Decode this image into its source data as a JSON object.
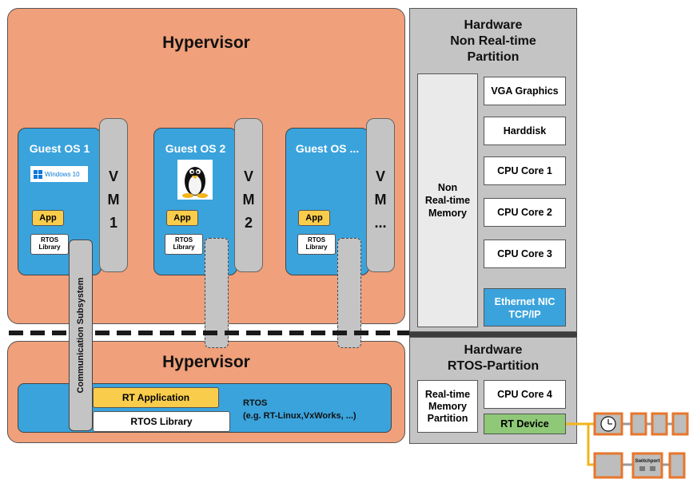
{
  "top_partition": {
    "hypervisor_title": "Hypervisor",
    "guests": [
      {
        "title": "Guest OS 1",
        "vm_label": [
          "V",
          "M",
          "1"
        ],
        "app": "App",
        "rtos_lib": [
          "RTOS",
          "Library"
        ],
        "logo": "windows-10-logo",
        "logo_text": "Windows 10"
      },
      {
        "title": "Guest OS 2",
        "vm_label": [
          "V",
          "M",
          "2"
        ],
        "app": "App",
        "rtos_lib": [
          "RTOS",
          "Library"
        ],
        "logo": "linux-tux-logo"
      },
      {
        "title": "Guest OS ...",
        "vm_label": [
          "V",
          "M",
          "..."
        ],
        "app": "App",
        "rtos_lib": [
          "RTOS",
          "Library"
        ],
        "logo": ""
      }
    ]
  },
  "communication_subsystem": "Communication Subsystem",
  "bottom_partition": {
    "hypervisor_title": "Hypervisor",
    "rt_application": "RT Application",
    "rtos_library": "RTOS Library",
    "rtos_label": [
      "RTOS",
      "(e.g. RT-Linux,VxWorks, ...)"
    ]
  },
  "hardware_nonrt": {
    "title": [
      "Hardware",
      "Non Real-time",
      "Partition"
    ],
    "memory": [
      "Non",
      "Real-time",
      "Memory"
    ],
    "components": [
      "VGA Graphics",
      "Harddisk",
      "CPU Core 1",
      "CPU Core 2",
      "CPU Core 3"
    ],
    "nic": [
      "Ethernet NIC",
      "TCP/IP"
    ]
  },
  "hardware_rt": {
    "title": [
      "Hardware",
      "RTOS-Partition"
    ],
    "memory": [
      "Real-time",
      "Memory",
      "Partition"
    ],
    "cpu": "CPU Core 4",
    "device": "RT Device"
  },
  "network": {
    "switchport_label": "Switchport"
  },
  "colors": {
    "hypervisor": "#f0a07a",
    "guest": "#3aa3dc",
    "vm": "#c4c4c4",
    "app": "#f9cd4b",
    "rt_device": "#8fc877",
    "network_orange": "#e8762b"
  }
}
